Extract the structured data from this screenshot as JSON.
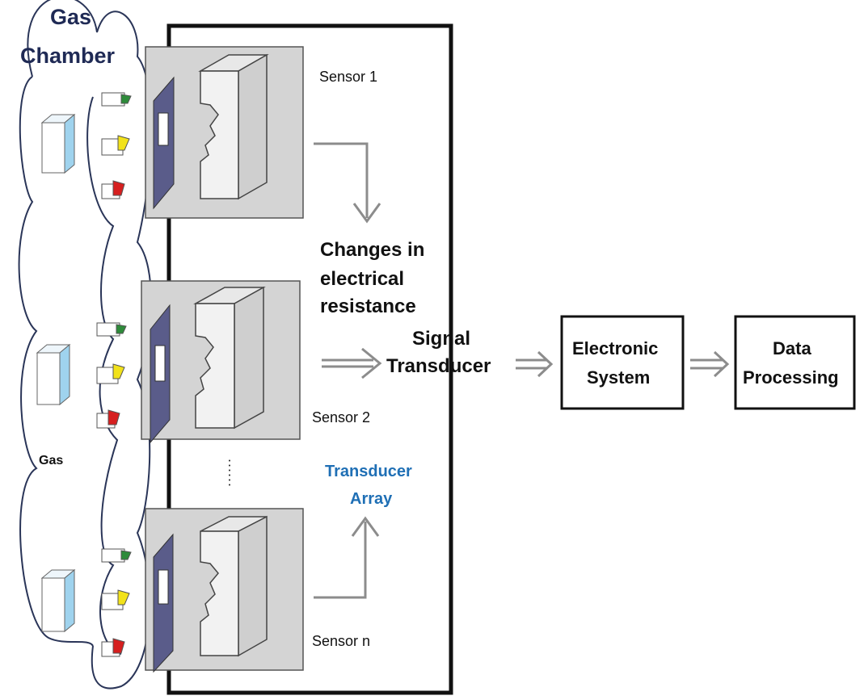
{
  "labels": {
    "gas_chamber_line1": "Gas",
    "gas_chamber_line2": "Chamber",
    "gas": "Gas",
    "sensor_1": "Sensor 1",
    "sensor_2": "Sensor 2",
    "sensor_n": "Sensor n",
    "changes_line1": "Changes in",
    "changes_line2": "electrical",
    "changes_line3": "resistance",
    "signal_transducer_line1": "Signal",
    "signal_transducer_line2": "Transducer",
    "transducer_array_line1": "Transducer",
    "transducer_array_line2": "Array",
    "electronic_system_line1": "Electronic",
    "electronic_system_line2": "System",
    "data_processing_line1": "Data",
    "data_processing_line2": "Processing",
    "ellipsis": "......"
  },
  "colors": {
    "chamber_outline": "#2a3558",
    "sensor_fill": "#d4d4d4",
    "electrode": "#5a5c8a",
    "arrow": "#8c8c8c",
    "cube_side": "#9fd3ee",
    "molecule_green": "#2e8b3a",
    "molecule_yellow": "#f2e21a",
    "molecule_red": "#d61f1f"
  }
}
